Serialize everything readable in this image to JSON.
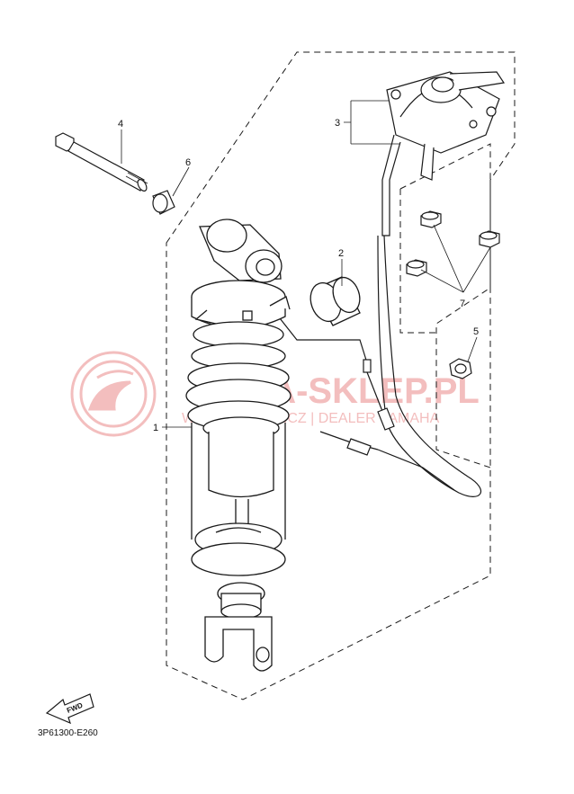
{
  "diagram": {
    "callouts": {
      "c1": "1",
      "c2": "2",
      "c3": "3",
      "c4": "4",
      "c5": "5",
      "c6": "6",
      "c7": "7"
    },
    "watermark": {
      "line1": "YAMA-SKLEP.PL",
      "line2": "WOJCIECHOWICZ | DEALER YAMAHA"
    },
    "fwd_label": "FWD",
    "diagram_code": "3P61300-E260"
  },
  "colors": {
    "line": "#1a1a1a",
    "watermark": "#f2b8b8"
  }
}
